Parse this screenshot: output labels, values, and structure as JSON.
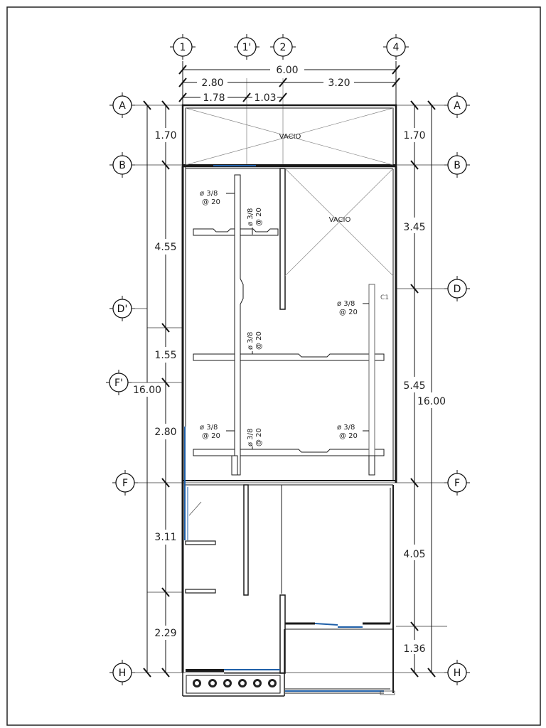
{
  "axes_top": [
    "1",
    "1'",
    "2",
    "4"
  ],
  "axes_left": [
    "A",
    "B",
    "D'",
    "F'",
    "F",
    "H"
  ],
  "axes_right": [
    "A",
    "B",
    "D",
    "F",
    "H"
  ],
  "dims_top": {
    "total": "6.00",
    "left_span": "2.80",
    "right_span": "3.20",
    "sub_a": "1.78",
    "sub_b": "1.03"
  },
  "dims_left": {
    "d1": "1.70",
    "d2": "4.55",
    "d3": "1.55",
    "d4": "2.80",
    "d5": "3.11",
    "d6": "2.29",
    "total": "16.00"
  },
  "dims_right": {
    "d1": "1.70",
    "d2": "3.45",
    "d3": "5.45",
    "d4": "4.05",
    "d5": "1.36",
    "total": "16.00"
  },
  "labels": {
    "void_top": "VACIO",
    "void_right": "VACIO",
    "column": "C1"
  },
  "rebar": {
    "diameter": "ø 3/8",
    "spacing": "@ 20"
  },
  "colors": {
    "line": "#1a1a1a",
    "window": "#1f5fa8",
    "thin": "#888888"
  }
}
